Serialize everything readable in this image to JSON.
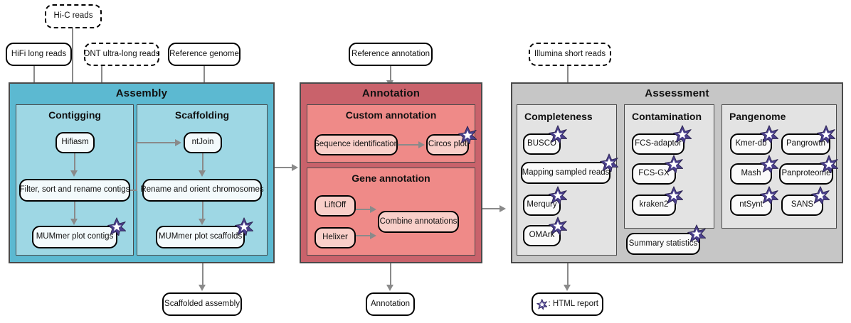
{
  "inputs": [
    {
      "id": "hic",
      "label": "Hi-C reads",
      "dashed": true
    },
    {
      "id": "hifi",
      "label": "HiFi long reads",
      "dashed": false
    },
    {
      "id": "ont",
      "label": "ONT ultra-long reads",
      "dashed": true
    },
    {
      "id": "ref",
      "label": "Reference genome",
      "dashed": false
    },
    {
      "id": "refann",
      "label": "Reference annotation",
      "dashed": false
    },
    {
      "id": "illumina",
      "label": "Illumina short reads",
      "dashed": true
    }
  ],
  "assembly": {
    "title": "Assembly",
    "color": "#5cb9d1",
    "sub_color": "#9ed7e4",
    "contiging": {
      "title": "Contigging",
      "nodes": [
        {
          "label": "Hifiasm",
          "star": false
        },
        {
          "label": "Filter, sort and rename contigs",
          "star": false
        },
        {
          "label": "MUMmer plot contigs",
          "star": true
        }
      ]
    },
    "scaffolding": {
      "title": "Scaffolding",
      "nodes": [
        {
          "label": "ntJoin",
          "star": false
        },
        {
          "label": "Rename and orient chromosomes",
          "star": false
        },
        {
          "label": "MUMmer plot scaffolds",
          "star": true
        }
      ]
    }
  },
  "annotation": {
    "title": "Annotation",
    "color": "#c9626b",
    "sub_color": "#ef8a88",
    "custom": {
      "title": "Custom annotation",
      "nodes": [
        {
          "label": "Sequence identification",
          "star": false
        },
        {
          "label": "Circos plot",
          "star": true
        }
      ]
    },
    "gene": {
      "title": "Gene annotation",
      "nodes": [
        {
          "label": "LiftOff",
          "star": false
        },
        {
          "label": "Helixer",
          "star": false
        },
        {
          "label": "Combine annotations",
          "star": false
        }
      ]
    }
  },
  "assessment": {
    "title": "Assessment",
    "color": "#c6c6c6",
    "sub_color": "#e3e3e3",
    "completeness": {
      "title": "Completeness",
      "nodes": [
        {
          "label": "BUSCO",
          "star": true
        },
        {
          "label": "Mapping sampled reads",
          "star": true
        },
        {
          "label": "Merqury",
          "star": true
        },
        {
          "label": "OMArk",
          "star": true
        }
      ]
    },
    "contamination": {
      "title": "Contamination",
      "nodes": [
        {
          "label": "FCS-adaptor",
          "star": true
        },
        {
          "label": "FCS-GX",
          "star": true
        },
        {
          "label": "kraken2",
          "star": true
        }
      ]
    },
    "summary": {
      "label": "Summary statistics",
      "star": true
    },
    "pangenome": {
      "title": "Pangenome",
      "nodes": [
        {
          "label": "Kmer-db",
          "star": true
        },
        {
          "label": "Pangrowth",
          "star": true
        },
        {
          "label": "Mash",
          "star": true
        },
        {
          "label": "Panproteome",
          "star": true
        },
        {
          "label": "ntSynt",
          "star": true
        },
        {
          "label": "SANS",
          "star": true
        }
      ]
    }
  },
  "outputs": [
    {
      "id": "scaffolded",
      "label": "Scaffolded assembly"
    },
    {
      "id": "annotation_out",
      "label": "Annotation"
    }
  ],
  "legend": {
    "label": ": HTML report",
    "star_fill": "#4a3f8c",
    "star_inner": "#ffffff"
  },
  "colors": {
    "connector": "#8a8a8a",
    "outline": "#000000",
    "panel_outline": "#4a4a4a"
  }
}
